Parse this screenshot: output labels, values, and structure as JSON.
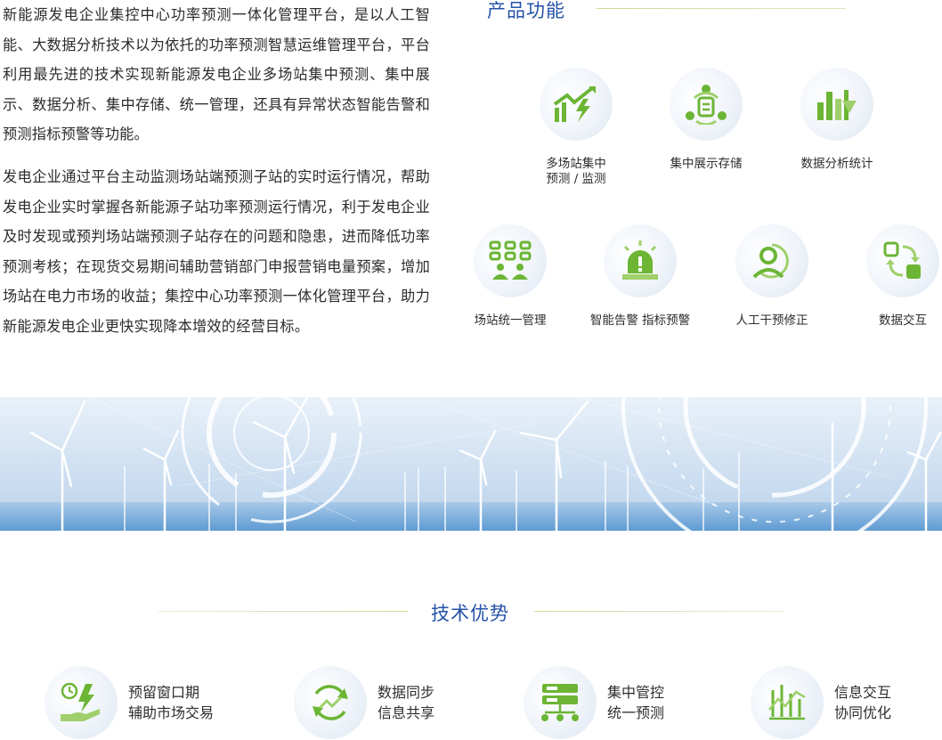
{
  "intro": {
    "p1": "新能源发电企业集控中心功率预测一体化管理平台，是以人工智能、大数据分析技术以为依托的功率预测智慧运维管理平台，平台利用最先进的技术实现新能源发电企业多场站集中预测、集中展示、数据分析、集中存储、统一管理，还具有异常状态智能告警和预测指标预警等功能。",
    "p2": "发电企业通过平台主动监测场站端预测子站的实时运行情况，帮助发电企业实时掌握各新能源子站功率预测运行情况，利于发电企业及时发现或预判场站端预测子站存在的问题和隐患，进而降低功率预测考核；在现货交易期间辅助营销部门申报营销电量预案，增加场站在电力市场的收益；集控中心功率预测一体化管理平台，助力新能源发电企业更快实现降本增效的经营目标。"
  },
  "features": {
    "title": "产品功能",
    "items": [
      {
        "label": "多场站集中\n预测 / 监测",
        "icon": "trend-up-bolt-icon"
      },
      {
        "label": "集中展示存储",
        "icon": "display-storage-icon"
      },
      {
        "label": "数据分析统计",
        "icon": "bar-chart-icon"
      },
      {
        "label": "场站统一管理",
        "icon": "station-management-icon"
      },
      {
        "label": "智能告警 指标预警",
        "icon": "alarm-icon"
      },
      {
        "label": "人工干预修正",
        "icon": "manual-intervention-icon"
      },
      {
        "label": "数据交互",
        "icon": "data-exchange-icon"
      }
    ]
  },
  "advantages": {
    "title": "技术优势",
    "items": [
      {
        "line1": "预留窗口期",
        "line2": "辅助市场交易",
        "icon": "clock-bolt-hand-icon"
      },
      {
        "line1": "数据同步",
        "line2": "信息共享",
        "icon": "sync-chart-icon"
      },
      {
        "line1": "集中管控",
        "line2": "统一预测",
        "icon": "server-network-icon"
      },
      {
        "line1": "信息交互",
        "line2": "协同优化",
        "icon": "interaction-chart-icon"
      }
    ]
  },
  "colors": {
    "accent_blue": "#2452a8",
    "icon_green": "#6cb535",
    "icon_green_light": "#9fd06b"
  }
}
